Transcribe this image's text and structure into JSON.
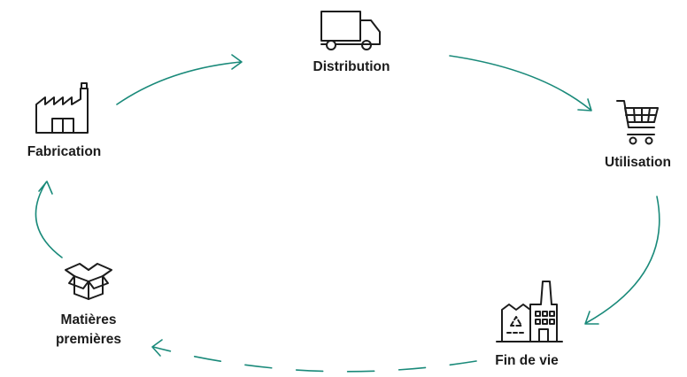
{
  "stages": {
    "distribution": {
      "label": "Distribution",
      "icon": "truck-icon"
    },
    "utilisation": {
      "label": "Utilisation",
      "icon": "shopping-cart-icon"
    },
    "fin_de_vie": {
      "label": "Fin de vie",
      "icon": "recycling-factory-icon"
    },
    "matieres_premieres": {
      "label_line1": "Matières",
      "label_line2": "premières",
      "icon": "open-box-icon"
    },
    "fabrication": {
      "label": "Fabrication",
      "icon": "factory-icon"
    }
  },
  "colors": {
    "arrow": "#1a8a7a",
    "text": "#1c1c1c"
  }
}
